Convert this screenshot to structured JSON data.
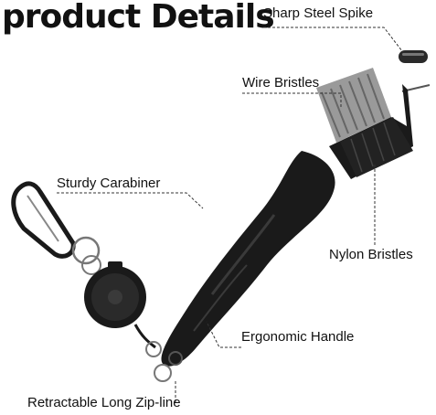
{
  "title": "product Details",
  "labels": {
    "spike": "Sharp Steel Spike",
    "wire": "Wire Bristles",
    "carabiner": "Sturdy Carabiner",
    "nylon": "Nylon Bristles",
    "handle": "Ergonomic Handle",
    "zipline": "Retractable Long Zip-line"
  },
  "colors": {
    "product": "#1a1a1a",
    "metal": "#8a8a8a",
    "leader": "#333333"
  }
}
